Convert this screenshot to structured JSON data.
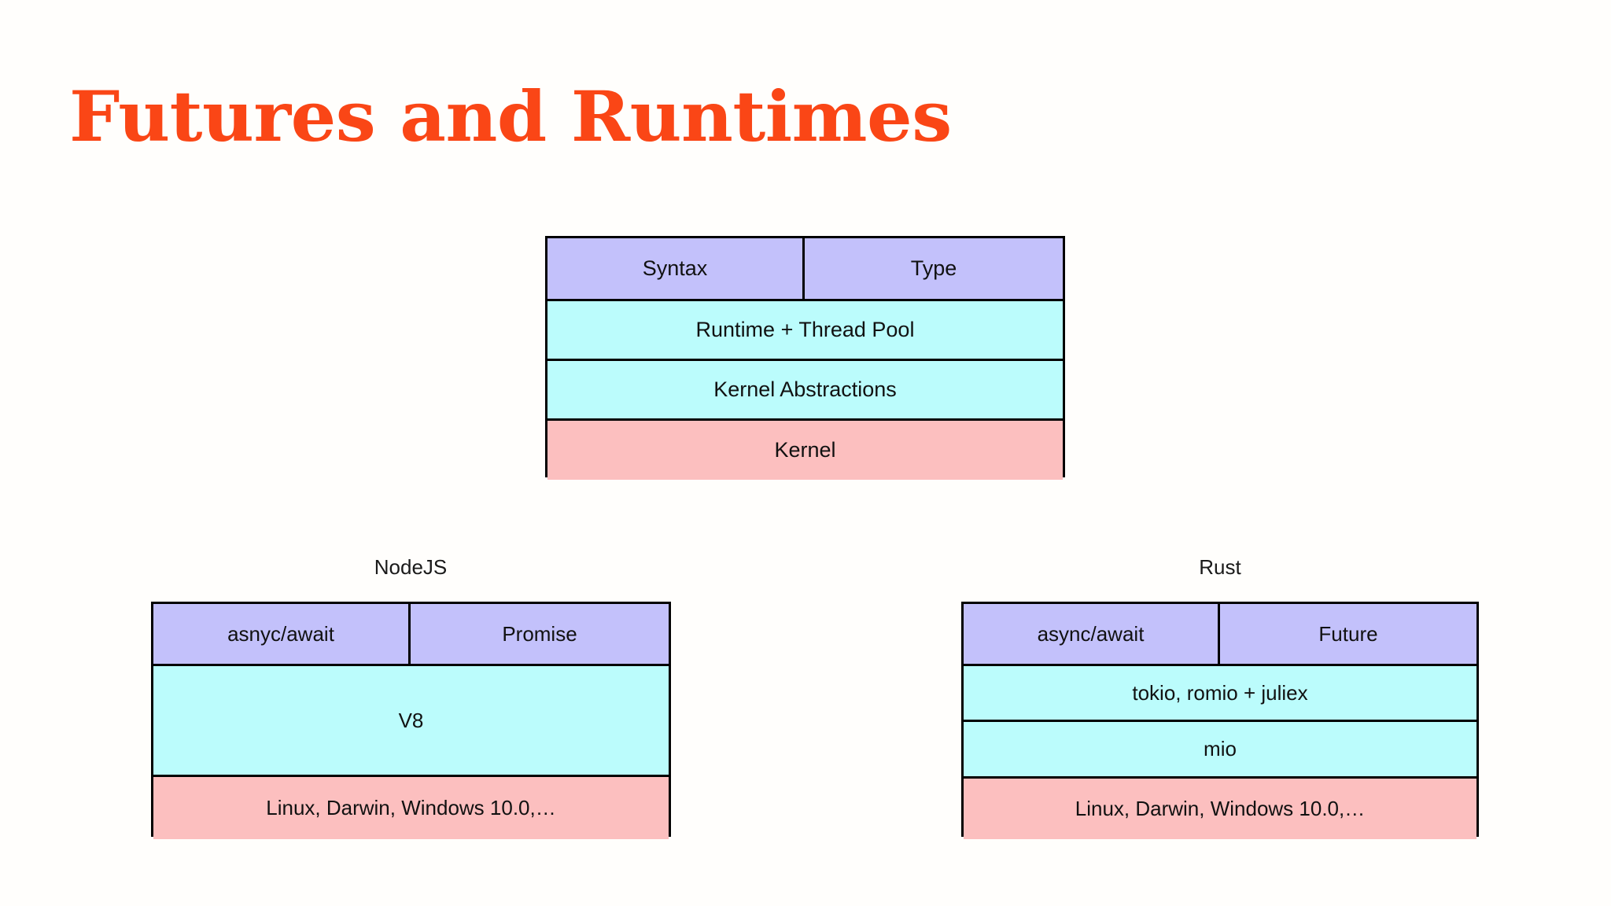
{
  "slide": {
    "title": "Futures and Runtimes",
    "title_color": "#fa4616",
    "background_color": "#fffefc"
  },
  "palette": {
    "layer_syntax": "#c3c1fb",
    "layer_runtime": "#bbfcfc",
    "layer_kernel": "#fcbfbf",
    "border": "#000000",
    "text": "#111111"
  },
  "diagrams": {
    "generic": {
      "caption": "",
      "rows": [
        {
          "name": "syntax-type",
          "fill": "layer_syntax",
          "cells": [
            "Syntax",
            "Type"
          ]
        },
        {
          "name": "runtime",
          "fill": "layer_runtime",
          "cells": [
            "Runtime + Thread Pool"
          ]
        },
        {
          "name": "kernel-abstractions",
          "fill": "layer_runtime",
          "cells": [
            "Kernel Abstractions"
          ]
        },
        {
          "name": "kernel",
          "fill": "layer_kernel",
          "cells": [
            "Kernel"
          ]
        }
      ]
    },
    "nodejs": {
      "caption": "NodeJS",
      "rows": [
        {
          "name": "syntax-type",
          "fill": "layer_syntax",
          "cells": [
            "asnyc/await",
            "Promise"
          ]
        },
        {
          "name": "engine",
          "fill": "layer_runtime",
          "cells": [
            "V8"
          ]
        },
        {
          "name": "os",
          "fill": "layer_kernel",
          "cells": [
            "Linux, Darwin, Windows 10.0,…"
          ]
        }
      ]
    },
    "rust": {
      "caption": "Rust",
      "rows": [
        {
          "name": "syntax-type",
          "fill": "layer_syntax",
          "cells": [
            "async/await",
            "Future"
          ]
        },
        {
          "name": "runtime",
          "fill": "layer_runtime",
          "cells": [
            "tokio, romio + juliex"
          ]
        },
        {
          "name": "poll-layer",
          "fill": "layer_runtime",
          "cells": [
            "mio"
          ]
        },
        {
          "name": "os",
          "fill": "layer_kernel",
          "cells": [
            "Linux, Darwin, Windows 10.0,…"
          ]
        }
      ]
    }
  }
}
